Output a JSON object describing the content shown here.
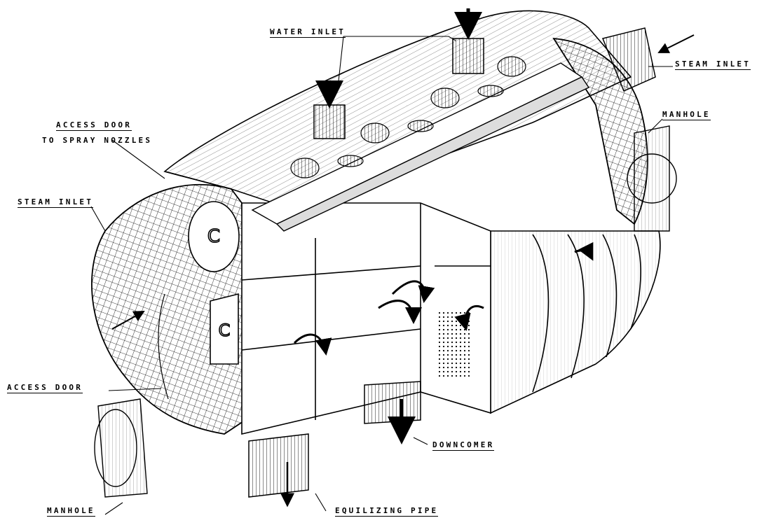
{
  "diagram": {
    "labels": {
      "water_inlet": "WATER INLET",
      "steam_inlet_right": "STEAM INLET",
      "manhole_right": "MANHOLE",
      "access_door_spray_1": "ACCESS DOOR",
      "access_door_spray_2": "TO SPRAY NOZZLES",
      "steam_inlet_left": "STEAM INLET",
      "access_door": "ACCESS DOOR",
      "downcomer": "DOWNCOMER",
      "manhole_left": "MANHOLE",
      "equalizing_pipe": "EQUILIZING PIPE"
    },
    "colors": {
      "ink": "#000000",
      "paper": "#ffffff"
    }
  }
}
